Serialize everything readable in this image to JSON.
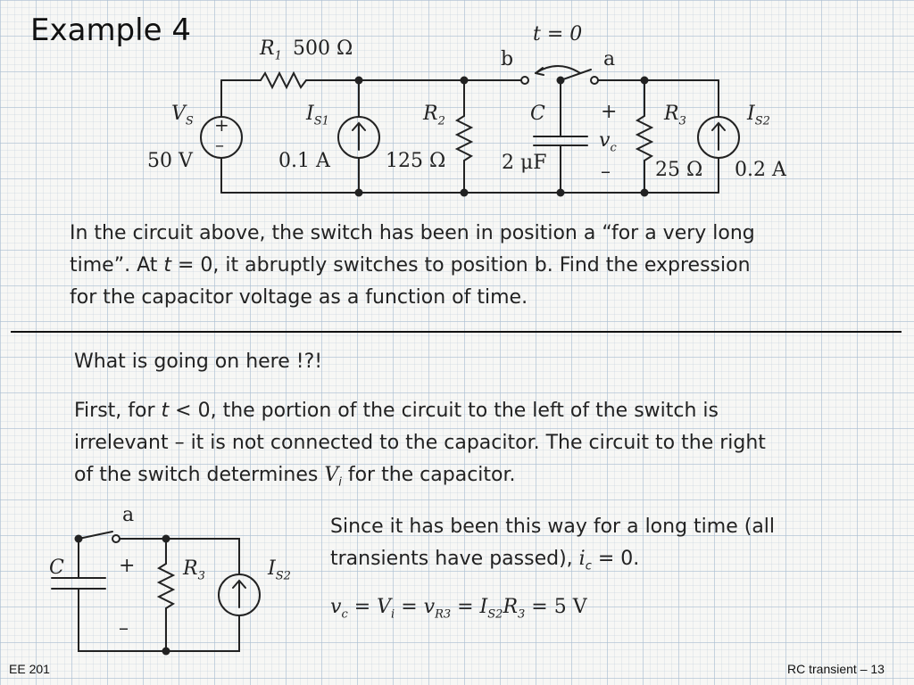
{
  "slide": {
    "title": "Example 4",
    "footer_left": "EE 201",
    "footer_right": "RC transient – 13"
  },
  "circuit": {
    "time_label": "t = 0",
    "switch_b": "b",
    "switch_a": "a",
    "r1_symbol": "R",
    "r1_sub": "1",
    "r1_value": "500 Ω",
    "vs_symbol": "V",
    "vs_sub": "S",
    "vs_value": "50 V",
    "plus": "+",
    "minus": "–",
    "is1_symbol": "I",
    "is1_sub": "S1",
    "is1_value": "0.1 A",
    "r2_symbol": "R",
    "r2_sub": "2",
    "r2_value": "125 Ω",
    "c_symbol": "C",
    "c_value": "2 μF",
    "vc_symbol": "v",
    "vc_sub": "c",
    "r3_symbol": "R",
    "r3_sub": "3",
    "r3_value": "25 Ω",
    "is2_symbol": "I",
    "is2_sub": "S2",
    "is2_value": "0.2 A"
  },
  "problem": {
    "line1": "In the circuit above, the switch has been in position a “for a very long",
    "line2_a": "time”.  At ",
    "line2_t": "t",
    "line2_b": " = 0, it abruptly switches to position b.  Find the expression",
    "line3": "for the capacitor voltage as a function of time."
  },
  "solution": {
    "question": "What is going on here !?!",
    "p1_a": "First, for ",
    "p1_t": "t",
    "p1_b": " < 0, the portion of the circuit to the left of the switch is",
    "p2": "irrelevant – it is not connected to the capacitor.  The circuit to the right",
    "p3_a": "of the switch determines ",
    "p3_v": "V",
    "p3_sub": "i",
    "p3_b": " for the capacitor.",
    "s1": "Since it has been this way for a long time (all",
    "s2_a": "transients have passed), ",
    "s2_i": "i",
    "s2_sub": "c",
    "s2_b": " = 0.",
    "eq": {
      "v1": "v",
      "v1s": "c",
      "eq1": " = ",
      "v2": "V",
      "v2s": "i",
      "eq2": " = ",
      "v3": "v",
      "v3s": "R3",
      "eq3": " = ",
      "v4": "I",
      "v4s": "S2",
      "v5": "R",
      "v5s": "3",
      "eq4": " = 5 V"
    }
  },
  "small_circuit": {
    "switch_a": "a",
    "c_symbol": "C",
    "plus": "+",
    "minus": "–",
    "r3_symbol": "R",
    "r3_sub": "3",
    "is2_symbol": "I",
    "is2_sub": "S2"
  },
  "colors": {
    "accent_red": "#a01010"
  }
}
